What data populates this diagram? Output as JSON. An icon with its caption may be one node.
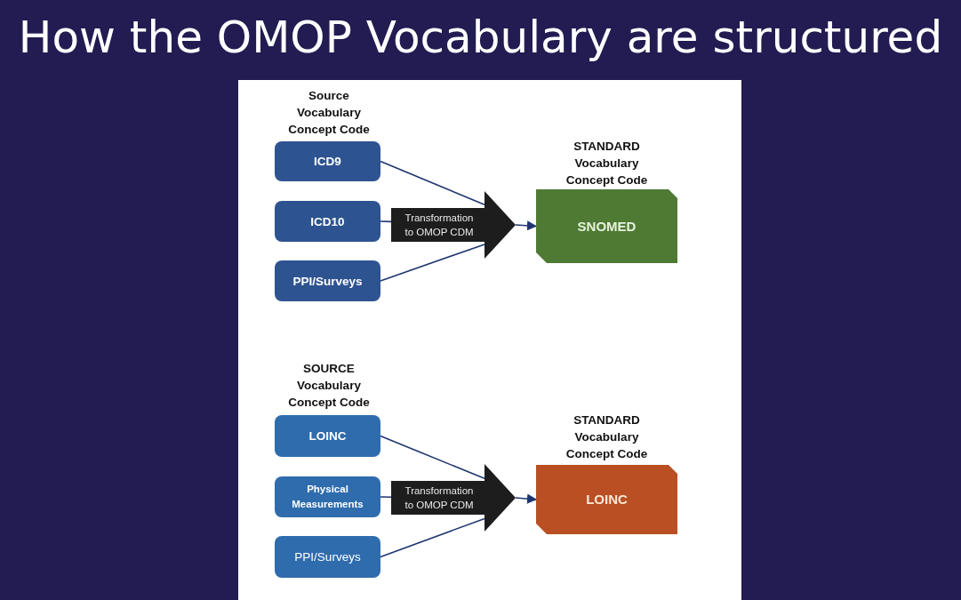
{
  "diagram": {
    "title": "How the OMOP Vocabulary are structured",
    "nodes": [
      {
        "text": [
          "ICD9"
        ]
      },
      {
        "text": [
          "ICD10"
        ]
      },
      {
        "text": [
          "PPI/Surveys"
        ]
      },
      {
        "text": [
          "Transformation to OMOP CDM"
        ]
      },
      {
        "text": [
          "STANDARD Vocabulary Concept Code",
          "SNOMED"
        ]
      },
      {
        "text": [
          "LOINC"
        ]
      },
      {
        "text": [
          "Physical Measurements"
        ]
      },
      {
        "text": [
          "PPI/Surveys"
        ]
      },
      {
        "text": [
          "Transformation to OMOP CDM"
        ]
      },
      {
        "text": [
          "STANDARD Vocabulary Concept Code",
          "LOINC"
        ]
      }
    ],
    "edges": [
      {
        "from": 0,
        "to": 3,
        "arrow": "none"
      },
      {
        "from": 1,
        "to": 3,
        "arrow": "none"
      },
      {
        "from": 2,
        "to": 3,
        "arrow": "none"
      },
      {
        "from": 3,
        "to": 4,
        "arrow": "to"
      },
      {
        "from": 5,
        "to": 8,
        "arrow": "none"
      },
      {
        "from": 6,
        "to": 8,
        "arrow": "none"
      },
      {
        "from": 7,
        "to": 8,
        "arrow": "none"
      },
      {
        "from": 8,
        "to": 9,
        "arrow": "to"
      }
    ],
    "labels": [
      "Source Vocabulary Concept Code",
      "SOURCE Vocabulary Concept Code"
    ]
  }
}
